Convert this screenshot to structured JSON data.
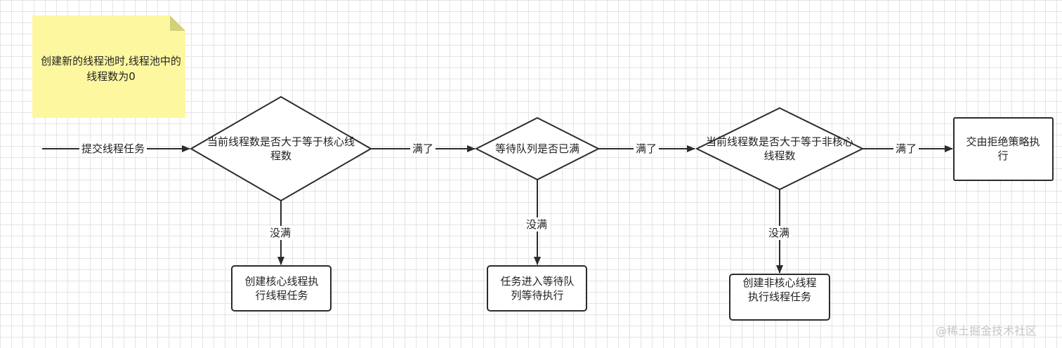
{
  "note": {
    "text": "创建新的线程池时,线程池中的线程数为0",
    "fill_color": "#fdf8a0"
  },
  "start_label": "提交线程任务",
  "decisions": [
    {
      "text": "当前线程数是否大于等于核心线程数"
    },
    {
      "text": "等待队列是否已满"
    },
    {
      "text": "当前线程数是否大于等于非核心线程数"
    }
  ],
  "edges": {
    "full_1": "满了",
    "full_2": "满了",
    "full_3": "满了",
    "not_full_1": "没满",
    "not_full_2": "没满",
    "not_full_3": "没满"
  },
  "processes": {
    "create_core": "创建核心线程执行线程任务",
    "enqueue": "任务进入等待队列等待执行",
    "create_noncore": "创建非核心线程执行线程任务",
    "reject": "交由拒绝策略执行"
  },
  "watermark": "@稀土掘金技术社区",
  "colors": {
    "stroke": "#2b2b2b",
    "grid": "#e4e4e4",
    "note_fold": "#d3d07a"
  }
}
